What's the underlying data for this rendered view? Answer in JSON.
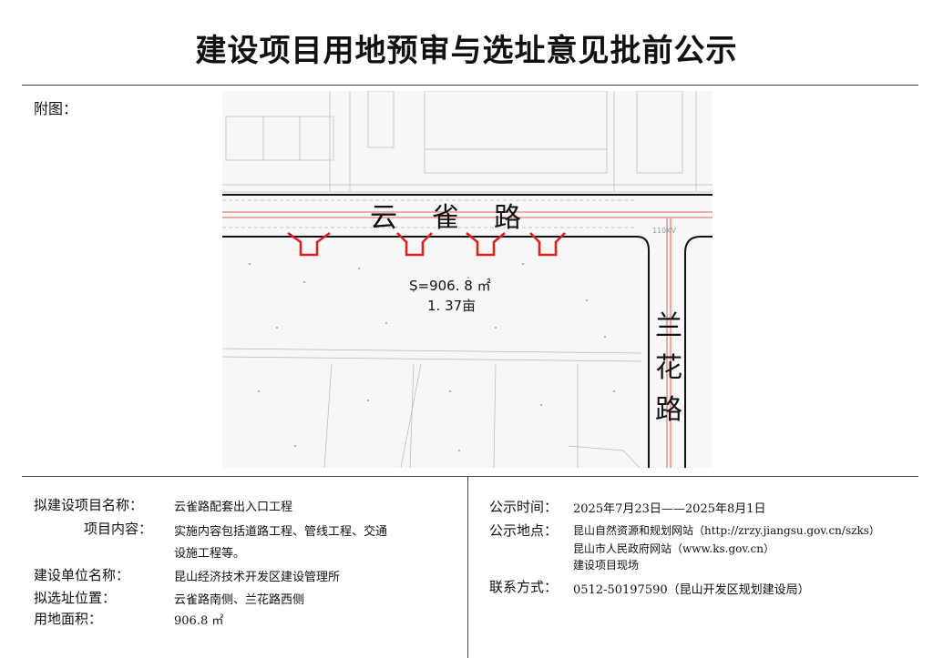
{
  "header": {
    "title": "建设项目用地预审与选址意见批前公示"
  },
  "attachment_label": "附图：",
  "map": {
    "road_north": "云　雀　路",
    "road_east_chars": [
      "兰",
      "花",
      "路"
    ],
    "area_line1": "S=906. 8  ㎡",
    "area_line2": "1. 37亩",
    "voltage_label": "110KV"
  },
  "info": {
    "project_name_label": "拟建设项目名称：",
    "project_name": "云雀路配套出入口工程",
    "content_label": "项目内容：",
    "content_line1": "实施内容包括道路工程、管线工程、交通",
    "content_line2": "设施工程等。",
    "unit_label": "建设单位名称：",
    "unit": "昆山经济技术开发区建设管理所",
    "location_label": "拟选址位置：",
    "location": "云雀路南侧、兰花路西侧",
    "area_label": "用地面积：",
    "area": "906.8 ㎡"
  },
  "notice": {
    "time_label": "公示时间：",
    "time": "2025年7月23日——2025年8月1日",
    "place_label": "公示地点：",
    "place_line1": "昆山自然资源和规划网站（http://zrzy.jiangsu.gov.cn/szks）",
    "place_line2": "昆山市人民政府网站（www.ks.gov.cn）",
    "place_line3": "建设项目现场",
    "contact_label": "联系方式：",
    "contact": "0512-50197590（昆山开发区规划建设局）"
  }
}
